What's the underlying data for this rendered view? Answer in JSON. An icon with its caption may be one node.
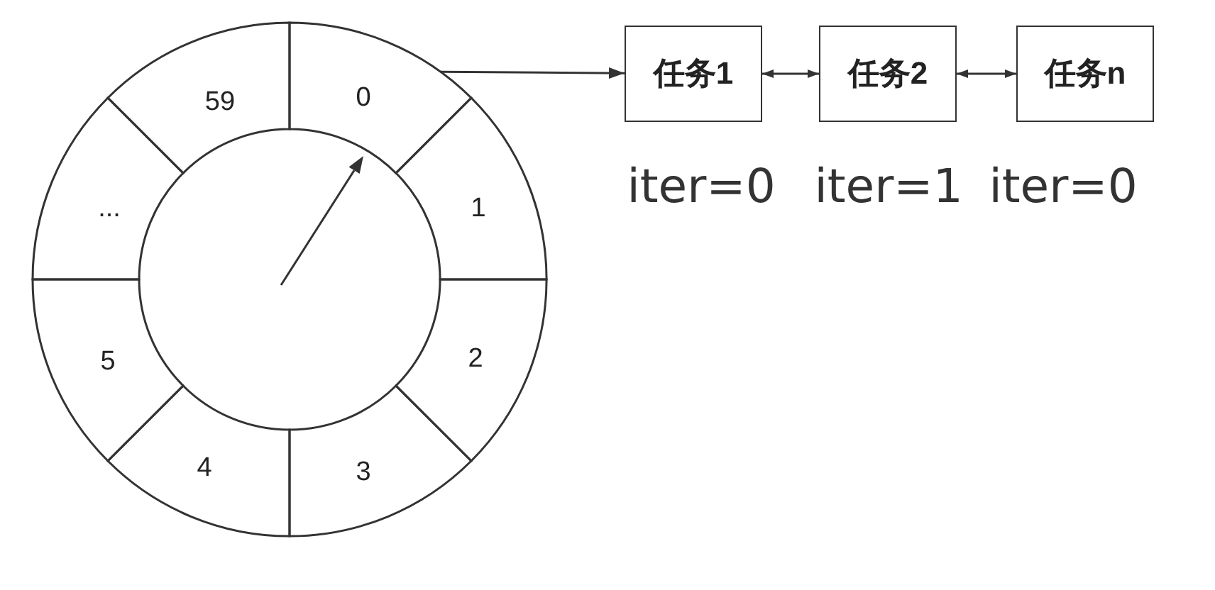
{
  "diagram": {
    "nodes": [
      {
        "text": [
          "0"
        ]
      },
      {
        "text": [
          "1"
        ]
      },
      {
        "text": [
          "2"
        ]
      },
      {
        "text": [
          "3"
        ]
      },
      {
        "text": [
          "4"
        ]
      },
      {
        "text": [
          "5"
        ]
      },
      {
        "text": [
          "..."
        ]
      },
      {
        "text": [
          "59"
        ]
      },
      {
        "text": [
          "任务1"
        ],
        "beside": [
          "iter=0"
        ]
      },
      {
        "text": [
          "任务2"
        ],
        "beside": [
          "iter=1"
        ]
      },
      {
        "text": [
          "任务n"
        ],
        "beside": [
          "iter=0"
        ]
      }
    ],
    "edges": [
      {
        "from": 0,
        "to": 8,
        "arrow": "to"
      },
      {
        "from": 8,
        "to": 9,
        "arrow": "both"
      },
      {
        "from": 9,
        "to": 10,
        "arrow": "both"
      }
    ]
  }
}
